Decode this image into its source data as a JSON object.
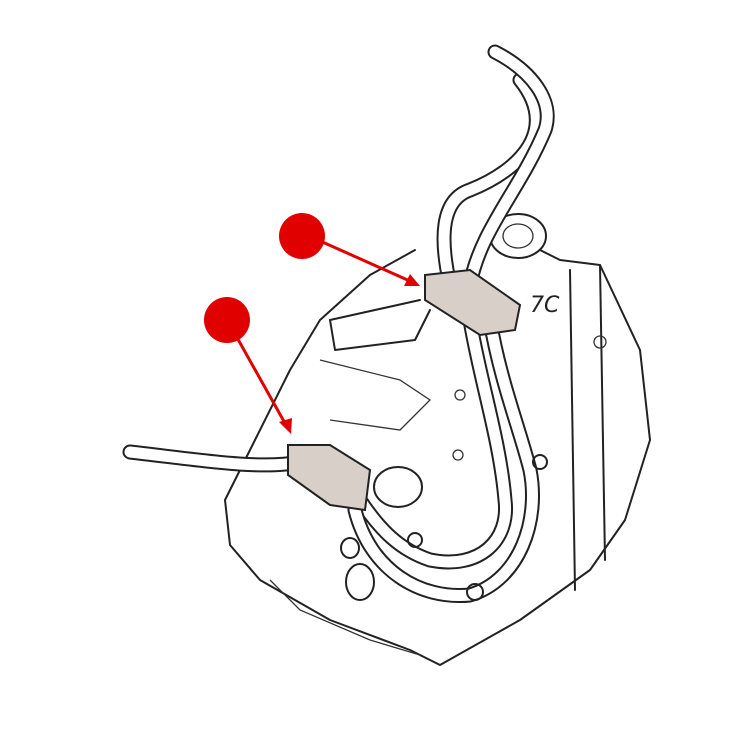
{
  "diagram": {
    "callout_label": "7C",
    "markers": [
      {
        "name": "upper-clamp-marker",
        "color": "#e00000"
      },
      {
        "name": "lower-clamp-marker",
        "color": "#e00000"
      }
    ]
  }
}
